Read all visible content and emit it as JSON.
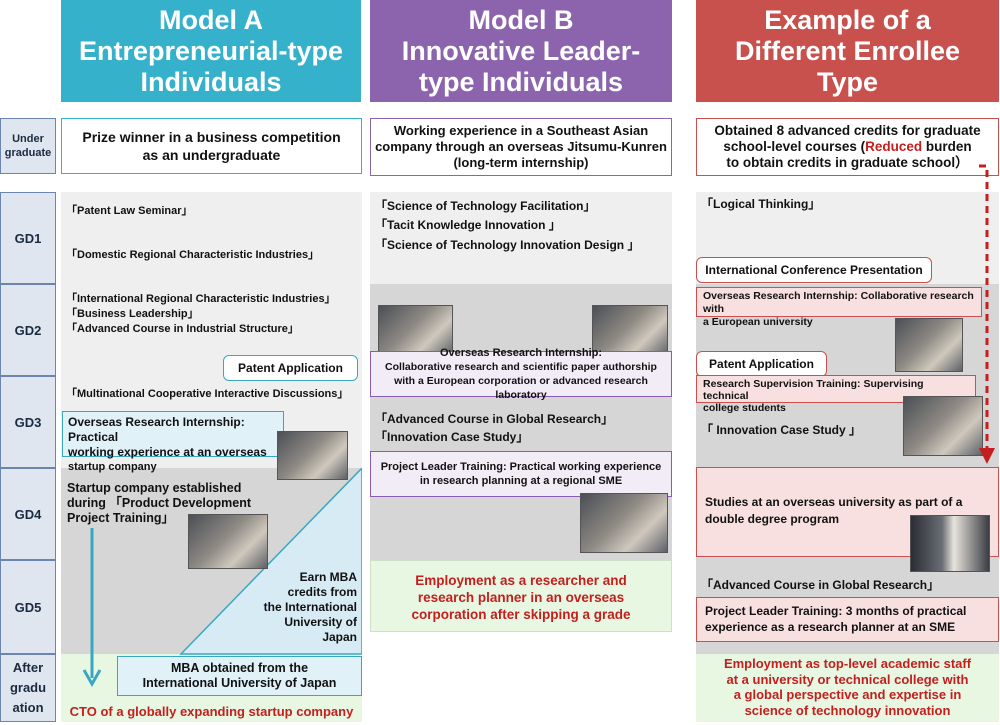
{
  "headers": {
    "a": {
      "line1": "Model A",
      "line2": "Entrepreneurial-type",
      "line3": "Individuals",
      "color": "#36b1cc"
    },
    "b": {
      "line1": "Model B",
      "line2": "Innovative Leader-",
      "line3": "type Individuals",
      "color": "#8c64ad"
    },
    "c": {
      "line1": "Example of a",
      "line2": "Different Enrollee",
      "line3": "Type",
      "color": "#c8504d"
    }
  },
  "stages": {
    "under_graduate": "Under graduate",
    "gd1": "GD1",
    "gd2": "GD2",
    "gd3": "GD3",
    "gd4": "GD4",
    "gd5": "GD5",
    "after_graduation": "After gradu ation"
  },
  "undergrad": {
    "a": [
      "Prize winner in a business competition",
      "as an undergraduate"
    ],
    "b": [
      "Working experience in a Southeast Asian",
      "company through an overseas Jitsumu-Kunren",
      "(long-term internship)"
    ],
    "c_line1": "Obtained 8 advanced credits for graduate",
    "c_line2_pre": "school-level courses (",
    "c_line2_red": "Reduced",
    "c_line2_post": " burden",
    "c_line3": "to obtain credits in graduate school）"
  },
  "model_a": {
    "patent_law": "「Patent Law Seminar」",
    "domestic": "「Domestic Regional Characteristic Industries」",
    "intl_regional": "「International Regional Characteristic Industries」",
    "business_leadership": "「Business Leadership」",
    "advanced_industrial": "「Advanced Course in Industrial Structure」",
    "patent_application": "Patent Application",
    "multinational": "「Multinational Cooperative Interactive Discussions」",
    "overseas_internship": [
      "Overseas Research Internship: Practical",
      "working experience at an overseas",
      "startup company"
    ],
    "startup": [
      "Startup company established",
      "during 「Product Development",
      "Project Training」"
    ],
    "earn_mba": [
      "Earn MBA",
      "credits from",
      "the International",
      "University of",
      "Japan"
    ],
    "mba_obtained": [
      "MBA obtained from the",
      "International University of Japan"
    ],
    "cto": "CTO of a globally expanding startup company"
  },
  "model_b": {
    "facilitation": "「Science of Technology Facilitation」",
    "tacit": "「Tacit Knowledge Innovation 」",
    "innovation_design": "「Science of Technology Innovation Design 」",
    "overseas_internship": [
      "Overseas Research Internship:",
      "Collaborative research and scientific paper authorship",
      "with a European corporation or advanced research laboratory"
    ],
    "global_research": "「Advanced Course in Global Research」",
    "case_study": "「Innovation Case Study」",
    "project_leader": [
      "Project Leader Training: Practical working experience",
      "in research planning at a regional SME"
    ],
    "employment": [
      "Employment as a researcher and",
      "research planner in an overseas",
      "corporation after skipping a grade"
    ]
  },
  "example_c": {
    "logical": "「Logical Thinking」",
    "conference": "International Conference Presentation",
    "overseas_internship": [
      "Overseas Research Internship: Collaborative research with",
      "a European university"
    ],
    "patent_application": "Patent Application",
    "supervision": [
      "Research Supervision Training: Supervising technical",
      "college students"
    ],
    "case_study": "「 Innovation Case Study 」",
    "double_degree": [
      "Studies at an overseas university as part of a",
      "double degree program"
    ],
    "global_research": "「Advanced Course in Global Research」",
    "project_leader": [
      "Project Leader Training: 3 months of practical",
      "experience as a research planner at an SME"
    ],
    "employment": [
      "Employment as top-level academic staff",
      "at a university or technical college with",
      "a global perspective and expertise in",
      "science of technology innovation"
    ]
  }
}
